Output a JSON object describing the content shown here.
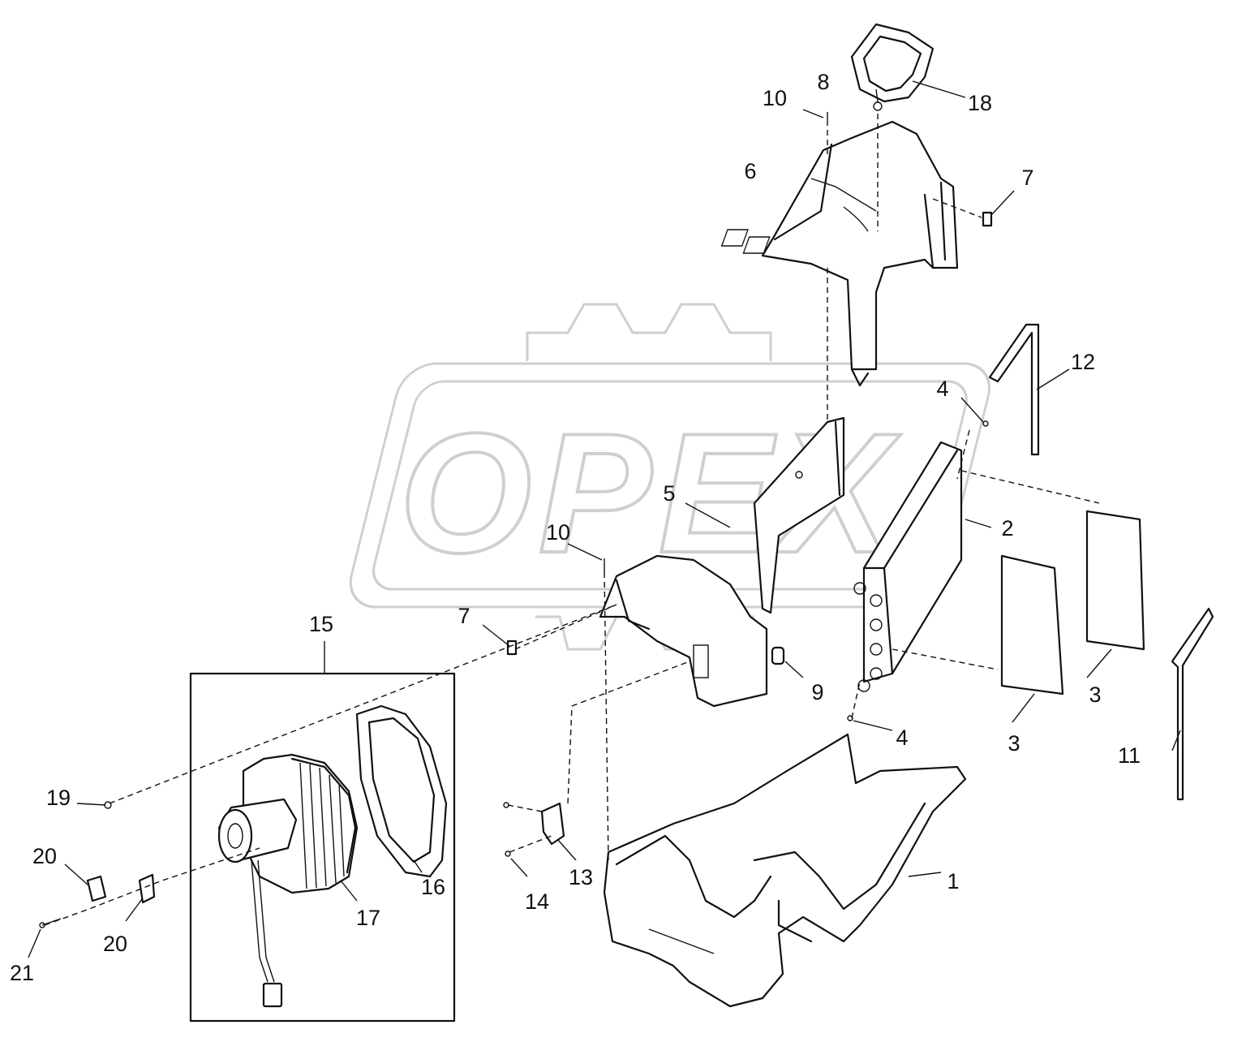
{
  "watermark": {
    "text": "OPEX"
  },
  "callouts": [
    {
      "id": "c1",
      "label": "1"
    },
    {
      "id": "c2",
      "label": "2"
    },
    {
      "id": "c3a",
      "label": "3"
    },
    {
      "id": "c3b",
      "label": "3"
    },
    {
      "id": "c4a",
      "label": "4"
    },
    {
      "id": "c4b",
      "label": "4"
    },
    {
      "id": "c5",
      "label": "5"
    },
    {
      "id": "c6",
      "label": "6"
    },
    {
      "id": "c7a",
      "label": "7"
    },
    {
      "id": "c7b",
      "label": "7"
    },
    {
      "id": "c8",
      "label": "8"
    },
    {
      "id": "c9",
      "label": "9"
    },
    {
      "id": "c10a",
      "label": "10"
    },
    {
      "id": "c10b",
      "label": "10"
    },
    {
      "id": "c11",
      "label": "11"
    },
    {
      "id": "c12",
      "label": "12"
    },
    {
      "id": "c13",
      "label": "13"
    },
    {
      "id": "c14",
      "label": "14"
    },
    {
      "id": "c15",
      "label": "15"
    },
    {
      "id": "c16",
      "label": "16"
    },
    {
      "id": "c17",
      "label": "17"
    },
    {
      "id": "c18",
      "label": "18"
    },
    {
      "id": "c19",
      "label": "19"
    },
    {
      "id": "c20a",
      "label": "20"
    },
    {
      "id": "c20b",
      "label": "20"
    },
    {
      "id": "c21",
      "label": "21"
    }
  ]
}
